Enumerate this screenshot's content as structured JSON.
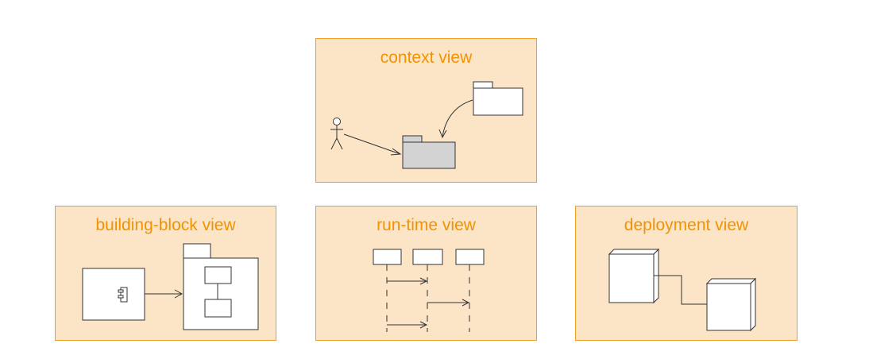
{
  "views": {
    "context": {
      "title": "context view"
    },
    "building_block": {
      "title": "building-block view"
    },
    "runtime": {
      "title": "run-time view"
    },
    "deployment": {
      "title": "deployment view"
    }
  },
  "colors": {
    "panel_fill": "#fbe5c6",
    "panel_border": "#f0a020",
    "title_text": "#f39200",
    "line": "#333333",
    "system_fill": "#d3d3d3"
  }
}
